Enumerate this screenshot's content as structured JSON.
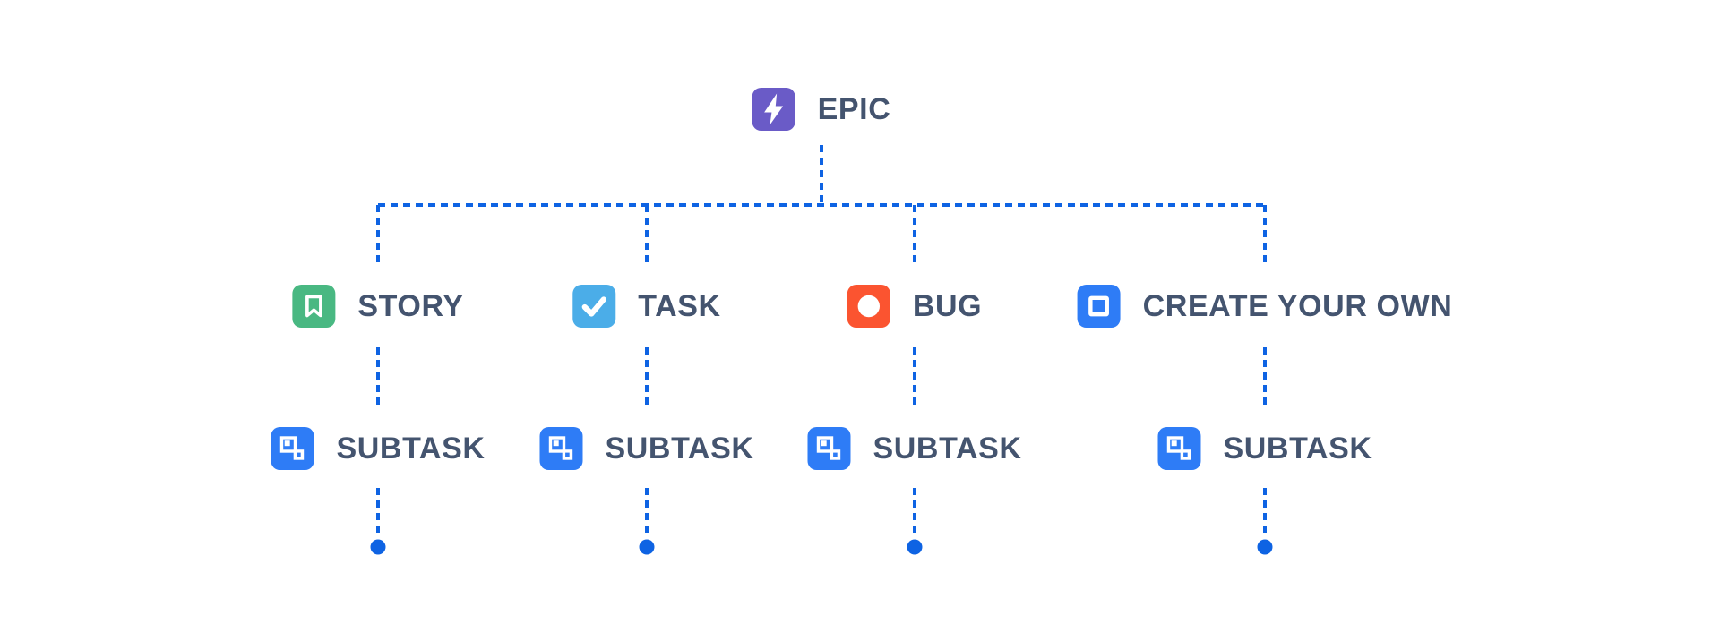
{
  "colors": {
    "epic": "#6A5BC7",
    "story": "#49B882",
    "task": "#4BADE8",
    "bug": "#FB5430",
    "blue": "#2E7CF6",
    "connector": "#0E63E3",
    "label": "#44546F",
    "glyph": "#FFFFFF"
  },
  "nodes": {
    "epic": {
      "label": "EPIC",
      "icon": "lightning-bolt-icon"
    },
    "story": {
      "label": "STORY",
      "icon": "bookmark-icon"
    },
    "task": {
      "label": "TASK",
      "icon": "checkmark-icon"
    },
    "bug": {
      "label": "BUG",
      "icon": "circle-icon"
    },
    "custom": {
      "label": "CREATE YOUR OWN",
      "icon": "square-outline-icon"
    },
    "subtasks": [
      {
        "label": "SUBTASK",
        "icon": "subtask-icon"
      },
      {
        "label": "SUBTASK",
        "icon": "subtask-icon"
      },
      {
        "label": "SUBTASK",
        "icon": "subtask-icon"
      },
      {
        "label": "SUBTASK",
        "icon": "subtask-icon"
      }
    ]
  }
}
